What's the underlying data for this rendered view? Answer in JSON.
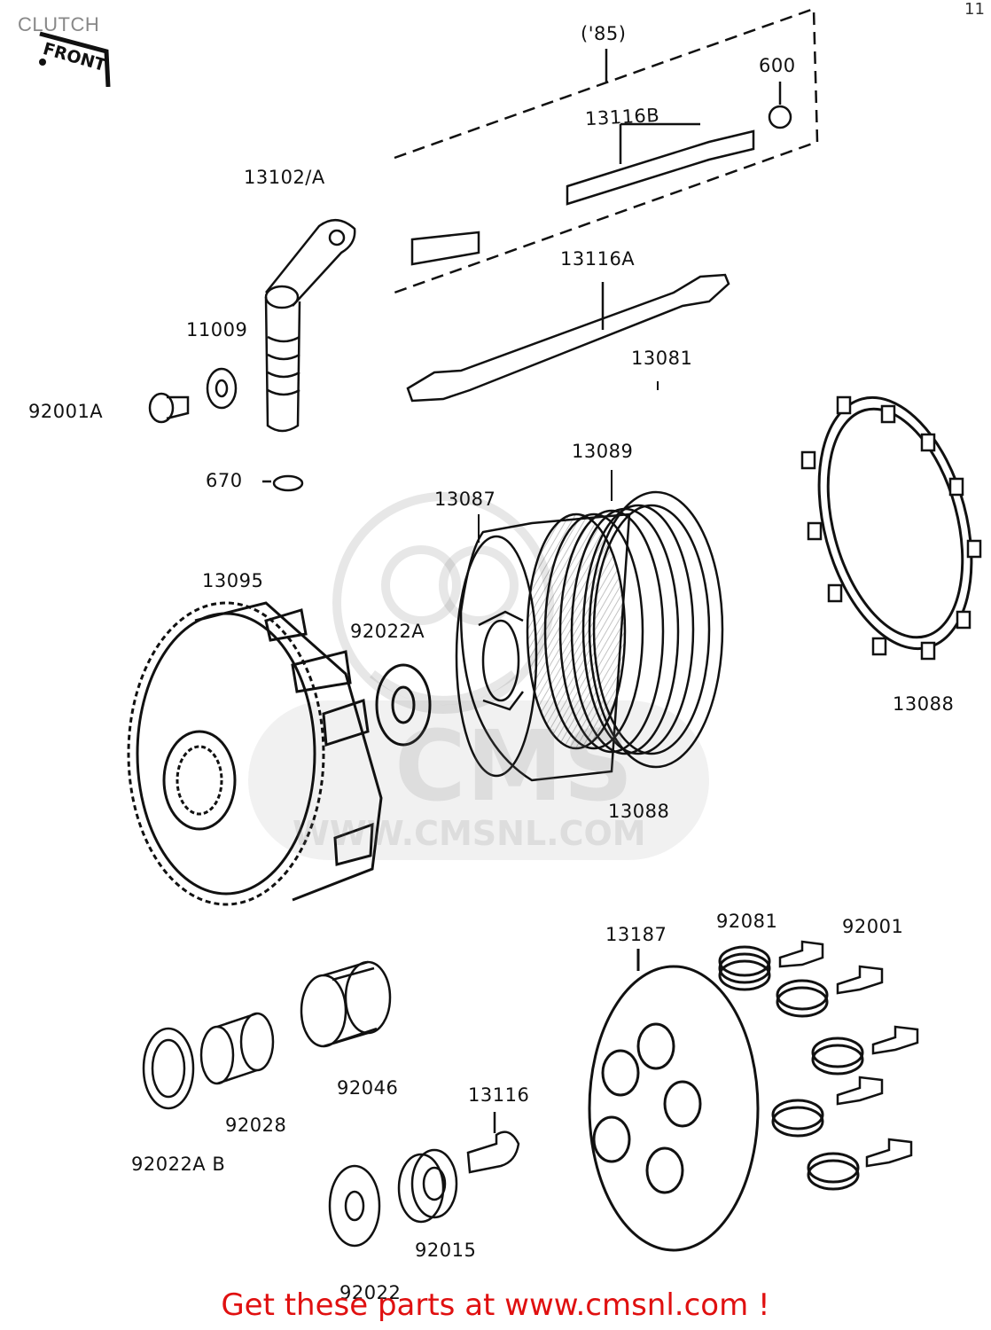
{
  "header": {
    "title": "CLUTCH",
    "corner_mark": "11"
  },
  "front_marker": {
    "label": "FRONT"
  },
  "variant_box": {
    "label": "('85)"
  },
  "parts": [
    {
      "id": "600"
    },
    {
      "id": "13116B"
    },
    {
      "id": "13102/A"
    },
    {
      "id": "13116A"
    },
    {
      "id": "11009"
    },
    {
      "id": "13081"
    },
    {
      "id": "92001A"
    },
    {
      "id": "670"
    },
    {
      "id": "13089"
    },
    {
      "id": "13087"
    },
    {
      "id": "13095"
    },
    {
      "id": "92022A"
    },
    {
      "id": "13088"
    },
    {
      "id": "13088"
    },
    {
      "id": "13187"
    },
    {
      "id": "92081"
    },
    {
      "id": "92001"
    },
    {
      "id": "92046"
    },
    {
      "id": "13116"
    },
    {
      "id": "92028"
    },
    {
      "id": "92022A B"
    },
    {
      "id": "92015"
    },
    {
      "id": "92022"
    }
  ],
  "watermark": {
    "brand": "CMS",
    "url": "WWW.CMSNL.COM"
  },
  "footer": {
    "cta": "Get these parts at www.cmsnl.com !"
  }
}
